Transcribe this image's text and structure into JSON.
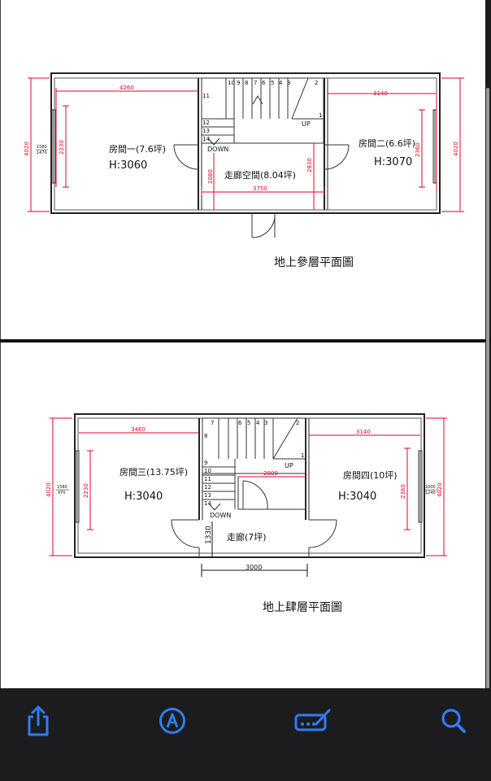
{
  "floor3": {
    "caption": "地上參層平面圖",
    "room1_name": "房間一(7.6坪)",
    "room1_height": "H:3060",
    "room2_name": "房間二(6.6坪)",
    "room2_height": "H:3070",
    "corridor_name": "走廊空間(8.04坪)",
    "up_label": "UP",
    "down_label": "DOWN",
    "dims": {
      "room1_width": "4260",
      "room2_width": "3140",
      "overall_left": "4020",
      "overall_right": "4020",
      "win_left_top": "1580",
      "win_left_bottom": "1470",
      "room1_depth": "2230",
      "room2_depth": "2360",
      "corridor_width": "3750",
      "corridor_depth": "2830",
      "stair_depth": "2080"
    },
    "stair_numbers": [
      "10",
      "9",
      "8",
      "7",
      "6",
      "5",
      "4",
      "3",
      "2",
      "1",
      "11",
      "12",
      "13",
      "14"
    ]
  },
  "floor4": {
    "caption": "地上肆層平面圖",
    "room3_name": "房間三(13.75坪)",
    "room3_height": "H:3040",
    "room4_name": "房間四(10坪)",
    "room4_height": "H:3040",
    "corridor_name": "走廊(7坪)",
    "up_label": "UP",
    "down_label": "DOWN",
    "dims": {
      "room3_width": "3460",
      "room4_width": "3140",
      "overall_left": "4020",
      "overall_right": "4020",
      "win_left_top": "1580",
      "win_left_bottom": "970",
      "win_right_top": "1000",
      "win_right_bottom": "1240",
      "room3_depth": "2230",
      "room4_depth": "2360",
      "hall_width": "2000",
      "corridor_depth": "1330",
      "bottom_width": "3000"
    },
    "stair_numbers": [
      "7",
      "6",
      "5",
      "4",
      "3",
      "2",
      "1",
      "8",
      "9",
      "10",
      "11",
      "12",
      "13",
      "14"
    ]
  },
  "toolbar": {
    "share": "share-icon",
    "markup": "markup-icon",
    "signature": "signature-icon",
    "search": "search-icon"
  },
  "colors": {
    "accent": "#2f7cf6",
    "dimension": "#e8002a"
  }
}
